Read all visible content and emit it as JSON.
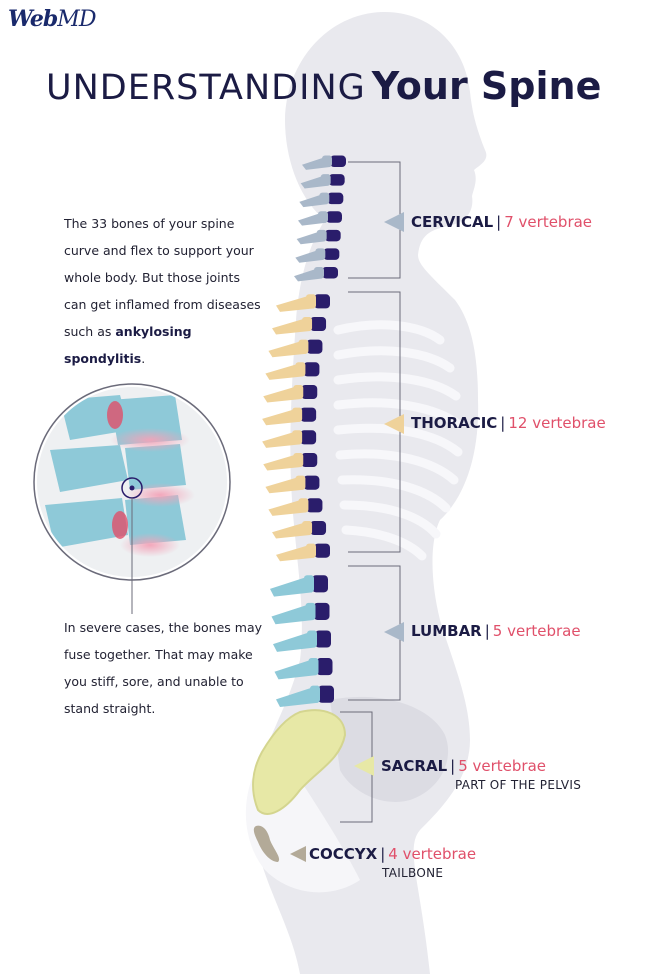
{
  "brand": {
    "logo_text": "WebMD",
    "logo_prefix": "Web",
    "logo_suffix": "MD"
  },
  "title": {
    "light": "UNDERSTANDING",
    "bold": "Your Spine"
  },
  "intro": {
    "text_before": "The 33 bones of your spine curve and flex to support your whole body. But those joints can get inflamed from diseases such as ",
    "highlight": "ankylosing spondylitis",
    "text_after": "."
  },
  "severe_text": "In severe cases, the bones may fuse together. That may make you stiff, sore, and unable to stand straight.",
  "regions": [
    {
      "name": "CERVICAL",
      "separator": "|",
      "count": "7 vertebrae",
      "subtitle": "",
      "color": "#a9b8c9"
    },
    {
      "name": "THORACIC",
      "separator": "|",
      "count": "12 vertebrae",
      "subtitle": "",
      "color": "#efd29a"
    },
    {
      "name": "LUMBAR",
      "separator": "|",
      "count": "5 vertebrae",
      "subtitle": "",
      "color": "#8ec9d8"
    },
    {
      "name": "SACRAL",
      "separator": "|",
      "count": "5 vertebrae",
      "subtitle": "PART OF THE PELVIS",
      "color": "#e7e8a6"
    },
    {
      "name": "COCCYX",
      "separator": "|",
      "count": "4 vertebrae",
      "subtitle": "TAILBONE",
      "color": "#b3aa98"
    }
  ],
  "colors": {
    "title": "#1b1b44",
    "accent": "#e0506a",
    "body_silhouette": "#e9e9ee",
    "vertebra_dark": "#2a1d6b",
    "inflammation": "#f3a3b8"
  }
}
